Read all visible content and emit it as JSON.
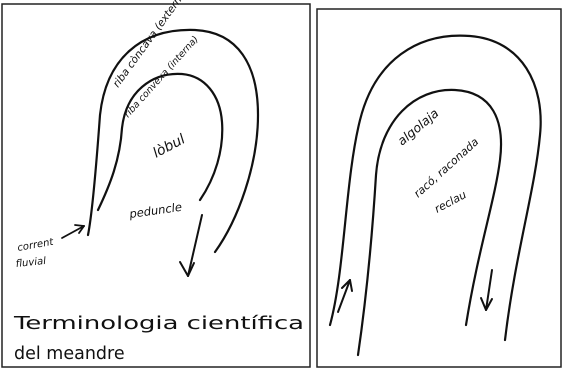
{
  "left_panel": {
    "label_outer_bank": "riba còncava (externa)",
    "label_inner_bank": "riba convexa (interna)",
    "label_lobe": "lòbul",
    "label_neck": "peduncle",
    "label_current_line1": "corrent",
    "label_current_line2": "fluvial",
    "caption_line1": "Terminologia científica",
    "caption_line2": "del meandre"
  },
  "right_panel": {
    "label_outer": "algolaja",
    "label_inner_line1": "racó, raconada",
    "label_inner_line2": "reclau"
  }
}
